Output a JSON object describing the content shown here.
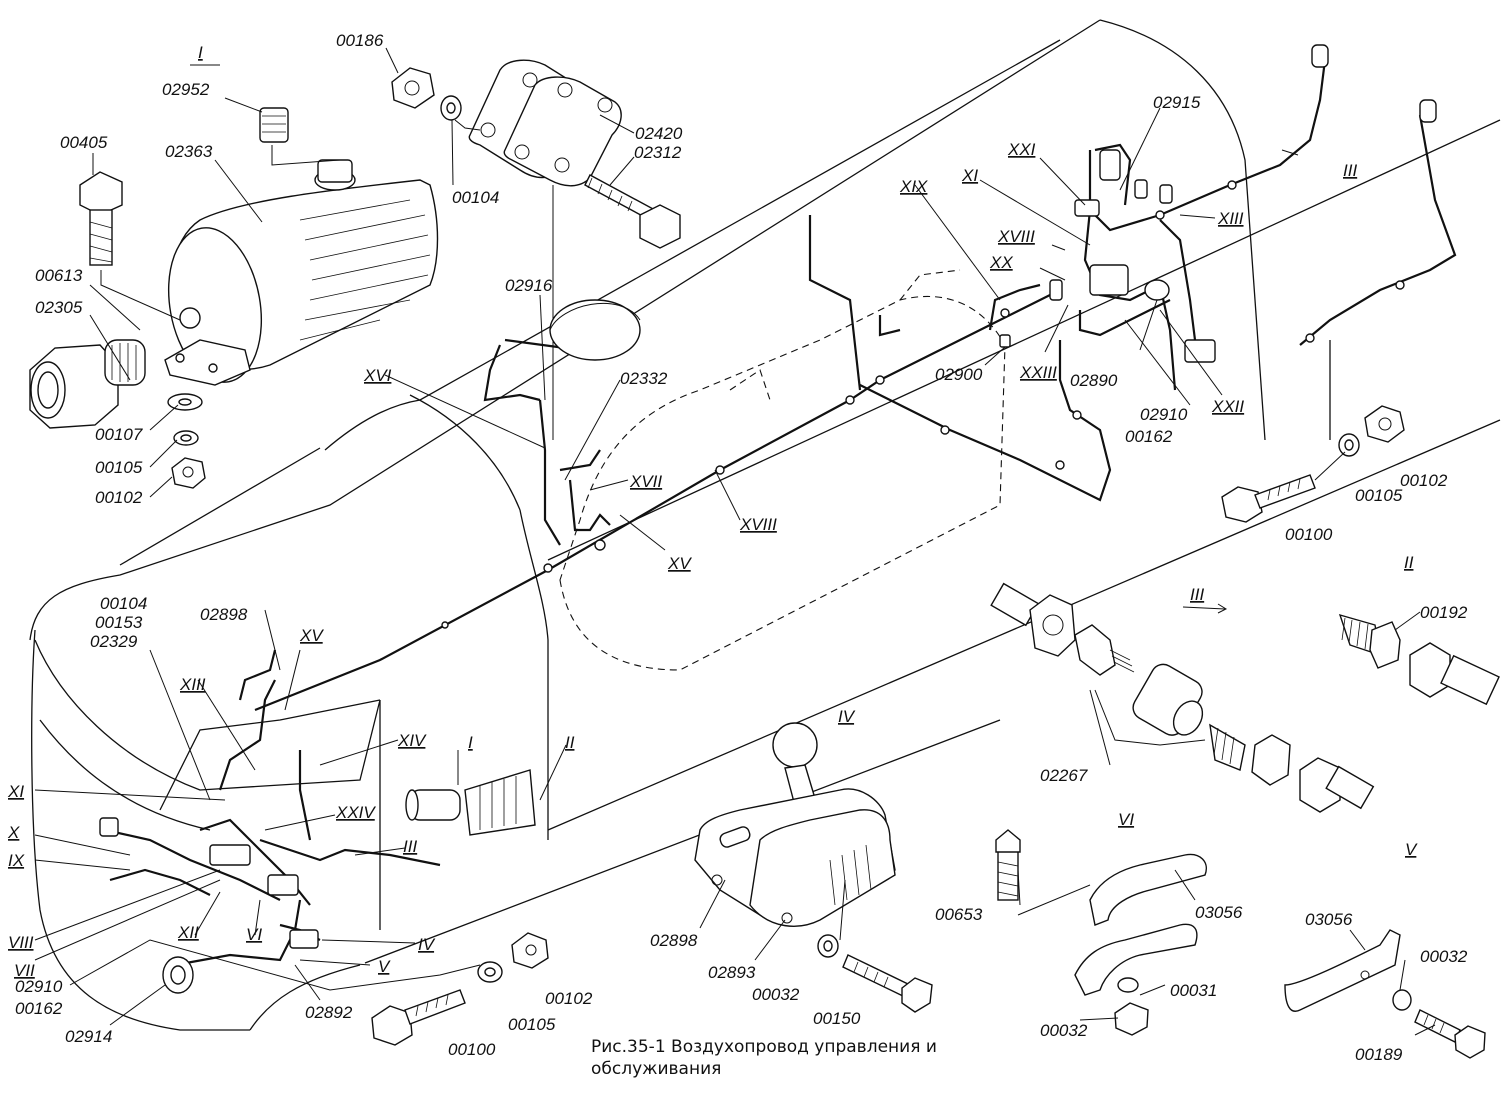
{
  "caption": {
    "line1": "Рис.35-1 Воздухопровод управления и",
    "line2": "обслуживания"
  },
  "views": {
    "I_top": "I",
    "I_mid": "I",
    "II_right": "II",
    "II_mid": "II",
    "III_view": "III",
    "III_top": "III",
    "III_mid": "III",
    "IV_view": "IV",
    "IV_left": "IV",
    "V_view": "V",
    "V_left": "V",
    "VI_view": "VI",
    "VI_left": "VI",
    "VII": "VII",
    "VIII": "VIII",
    "IX": "IX",
    "X": "X",
    "XI_left": "XI",
    "XI_top": "XI",
    "XII": "XII",
    "XIII_left": "XIII",
    "XIII_top": "XIII",
    "XIV": "XIV",
    "XV_left": "XV",
    "XV_mid": "XV",
    "XVI": "XVI",
    "XVII": "XVII",
    "XVIII_mid": "XVIII",
    "XVIII_top": "XVIII",
    "XIX": "XIX",
    "XX": "XX",
    "XXI": "XXI",
    "XXII": "XXII",
    "XXIII": "XXIII",
    "XXIV": "XXIV"
  },
  "parts": {
    "p00186": "00186",
    "p02952": "02952",
    "p00405": "00405",
    "p02363": "02363",
    "p00613": "00613",
    "p02305": "02305",
    "p00107": "00107",
    "p00105a": "00105",
    "p00102a": "00102",
    "p00104a": "00104",
    "p02420": "02420",
    "p02312": "02312",
    "p02916": "02916",
    "p02332": "02332",
    "p02915": "02915",
    "p02900": "02900",
    "p02890": "02890",
    "p02910a": "02910",
    "p00162a": "00162",
    "p00102b": "00102",
    "p00105b": "00105",
    "p00100a": "00100",
    "p00192": "00192",
    "p02267": "02267",
    "p00104b": "00104",
    "p00153": "00153",
    "p02329": "02329",
    "p02898a": "02898",
    "p02910b": "02910",
    "p00162b": "00162",
    "p02914": "02914",
    "p02892": "02892",
    "p00100b": "00100",
    "p00105c": "00105",
    "p00102c": "00102",
    "p02898b": "02898",
    "p02893": "02893",
    "p00032a": "00032",
    "p00150": "00150",
    "p00653": "00653",
    "p03056a": "03056",
    "p00031": "00031",
    "p00032b": "00032",
    "p03056b": "03056",
    "p00032c": "00032",
    "p00189": "00189"
  }
}
